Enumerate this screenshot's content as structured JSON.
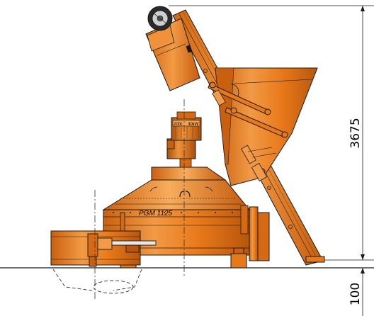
{
  "drawing": {
    "model_label": "PGM 1125",
    "motor_label_left": "200L",
    "motor_label_right": "30kW",
    "dimension_height": "3675",
    "dimension_below_ground": "100"
  },
  "colors": {
    "body": "#e8791a",
    "body_dark": "#b8560c",
    "body_light": "#f4a14e",
    "line": "#1a1a1a",
    "background": "#ffffff"
  },
  "icons": {
    "pulley": "pulley-wheel-icon",
    "motor": "electric-motor-icon"
  }
}
